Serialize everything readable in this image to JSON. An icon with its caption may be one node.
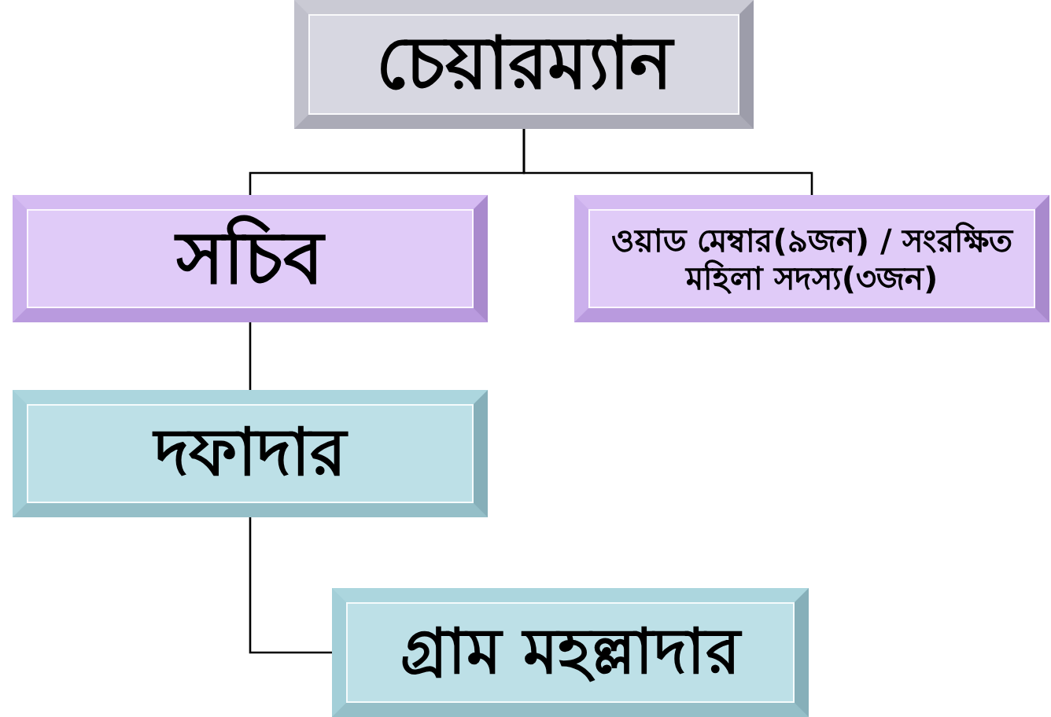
{
  "diagram": {
    "nodes": [
      {
        "text": [
          "চেয়ারম্যান"
        ]
      },
      {
        "text": [
          "সচিব"
        ]
      },
      {
        "text": [
          "ওয়াড মেম্বার(৯জন) / সংরক্ষিত মহিলা সদস্য(৩জন)"
        ]
      },
      {
        "text": [
          "দফাদার"
        ]
      },
      {
        "text": [
          "গ্রাম মহল্লাদার"
        ]
      }
    ],
    "edges": [
      {
        "from": 0,
        "to": 1,
        "arrow": "none"
      },
      {
        "from": 0,
        "to": 2,
        "arrow": "none"
      },
      {
        "from": 1,
        "to": 3,
        "arrow": "none"
      },
      {
        "from": 3,
        "to": 4,
        "arrow": "none"
      }
    ]
  }
}
